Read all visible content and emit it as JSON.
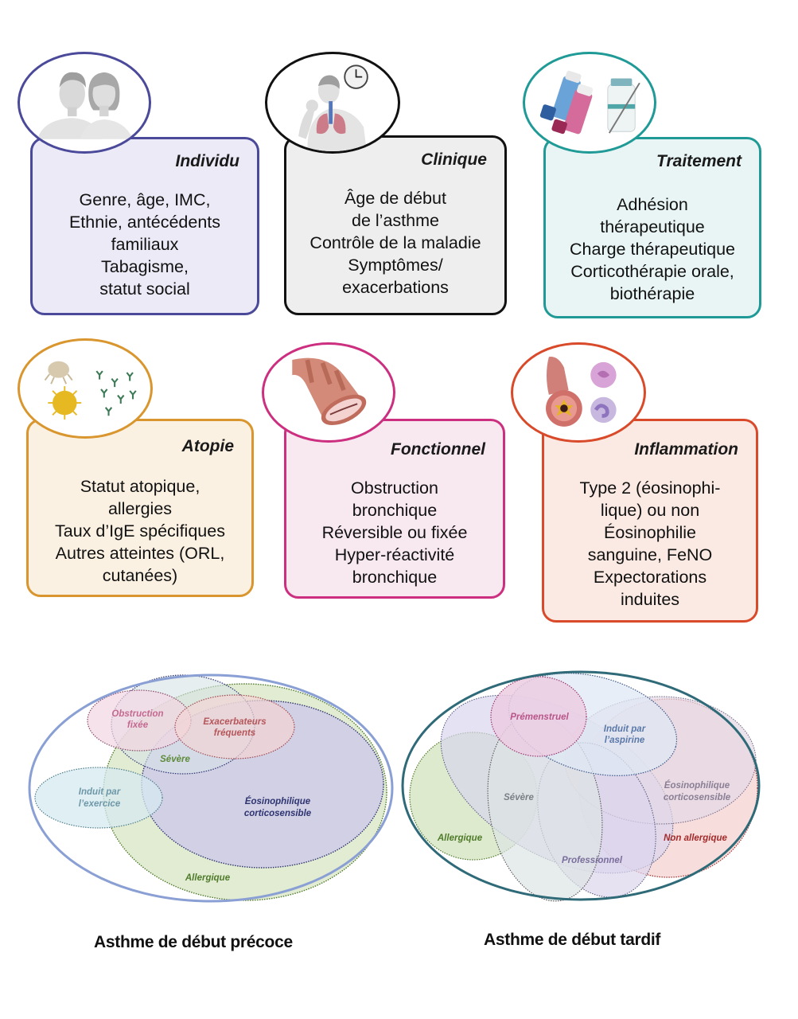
{
  "cards": [
    {
      "id": "individu",
      "title": "Individu",
      "icon": "man-woman-faces-icon",
      "border_color": "#4b4a9a",
      "fill_color": "#eceaf7",
      "lines": [
        "Genre, âge, IMC,",
        "Ethnie, antécédents",
        "familiaux",
        "Tabagisme,",
        "statut social"
      ]
    },
    {
      "id": "clinique",
      "title": "Clinique",
      "icon": "coughing-person-lungs-clock-icon",
      "border_color": "#111111",
      "fill_color": "#eeeeee",
      "lines": [
        "Âge de début",
        "de l’asthme",
        "Contrôle de la maladie",
        "Symptômes/",
        "exacerbations"
      ]
    },
    {
      "id": "traitement",
      "title": "Traitement",
      "icon": "inhalers-vial-syringe-icon",
      "border_color": "#1f9a96",
      "fill_color": "#e9f5f5",
      "lines": [
        "Adhésion",
        "thérapeutique",
        "Charge thérapeutique",
        "Corticothérapie orale,",
        "biothérapie"
      ]
    },
    {
      "id": "atopie",
      "title": "Atopie",
      "icon": "mite-pollen-antibodies-icon",
      "border_color": "#d9962e",
      "fill_color": "#fbf1e3",
      "lines": [
        "Statut atopique,",
        "allergies",
        "Taux d’IgE spécifiques",
        "Autres atteintes (ORL,",
        "cutanées)"
      ]
    },
    {
      "id": "fonctionnel",
      "title": "Fonctionnel",
      "icon": "bronchus-tube-icon",
      "border_color": "#cc2f7f",
      "fill_color": "#f8e8f0",
      "lines": [
        "Obstruction",
        "bronchique",
        "Réversible ou fixée",
        "Hyper-réactivité",
        "bronchique"
      ]
    },
    {
      "id": "inflammation",
      "title": "Inflammation",
      "icon": "inflamed-airway-cells-icon",
      "border_color": "#d94a2a",
      "fill_color": "#fbeae3",
      "lines": [
        "Type 2 (éosinophi-",
        "lique) ou non",
        "Éosinophilie",
        "sanguine, FeNO",
        "Expectorations",
        "induites"
      ]
    }
  ],
  "venn_early": {
    "caption": "Asthme de début précoce",
    "outer_color": "#8a9fd4",
    "sets": {
      "allergique": {
        "label": "Allergique",
        "color": "#4e7a2a",
        "fill": "#d8e6c4"
      },
      "eosino": {
        "label_1": "Éosinophilique",
        "label_2": "corticosensible",
        "color": "#2e3470",
        "fill": "#cfcbe8"
      },
      "severe": {
        "label": "Sévère",
        "color": "#5d8a3a",
        "fill": "#d6e3e6"
      },
      "obstruction": {
        "label_1": "Obstruction",
        "label_2": "fixée",
        "color": "#c46a90",
        "fill": "#f2d6e2"
      },
      "exacerbateurs": {
        "label_1": "Exacerbateurs",
        "label_2": "fréquents",
        "color": "#b5565a",
        "fill": "#f2d4d4"
      },
      "exercice": {
        "label_1": "Induit par",
        "label_2": "l’exercice",
        "color": "#6e98a8",
        "fill": "#d6eaf0"
      }
    }
  },
  "venn_late": {
    "caption": "Asthme de début tardif",
    "outer_color": "#2f6a78",
    "sets": {
      "allergique": {
        "label": "Allergique",
        "color": "#4e7a2a",
        "fill": "#d8e6c4"
      },
      "severe": {
        "label": "Sévère",
        "color": "#7a7f86",
        "fill": "#dde4e4"
      },
      "premenstruel": {
        "label": "Prémenstruel",
        "color": "#b8558a",
        "fill": "#eccde2"
      },
      "aspirine": {
        "label_1": "Induit par",
        "label_2": "l’aspirine",
        "color": "#5a78a8",
        "fill": "#dfe8f4"
      },
      "eosino": {
        "label_1": "Éosinophilique",
        "label_2": "corticosensible",
        "color": "#8a7f95",
        "fill": "#e2d8e6"
      },
      "non_allergique": {
        "label": "Non allergique",
        "color": "#a32a2a",
        "fill": "#f6d8d6"
      },
      "professionnel": {
        "label": "Professionnel",
        "color": "#7a6f9c",
        "fill": "#ddd6ec"
      }
    }
  }
}
